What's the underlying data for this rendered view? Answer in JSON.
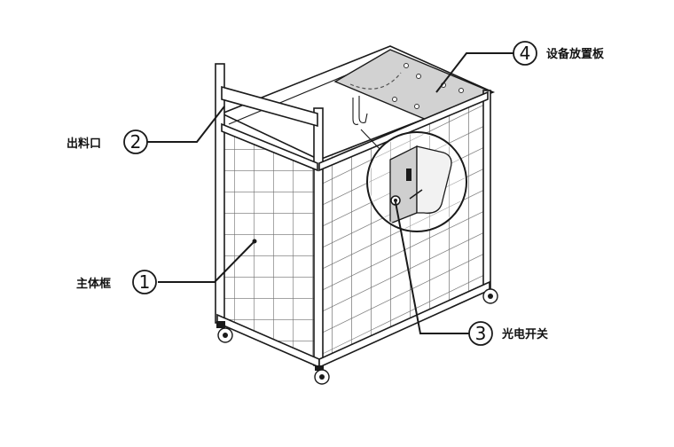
{
  "callouts": [
    {
      "number": "1",
      "label": "主体框"
    },
    {
      "number": "2",
      "label": "出料口"
    },
    {
      "number": "3",
      "label": "光电开关"
    },
    {
      "number": "4",
      "label": "设备放置板"
    }
  ],
  "colors": {
    "line": "#1a1a1a",
    "plate": "#d2d2d2",
    "mesh": "#6e6e6e",
    "background": "#ffffff"
  },
  "icons": [
    "wheel-icon",
    "photoelectric-switch-icon",
    "hanging-hook-icon"
  ]
}
